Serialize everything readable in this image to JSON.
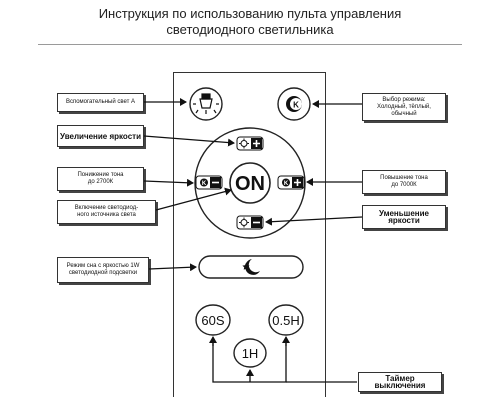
{
  "title": "Инструкция по использованию пульта управления\nсветодиодного светильника",
  "buttons": {
    "on": "ON",
    "timer_60s": "60S",
    "timer_05h": "0.5H",
    "timer_1h": "1H"
  },
  "icons": {
    "night_light": "lamp-icon",
    "mode_select": "k-mode-icon",
    "brightness_up": "sun-plus-icon",
    "brightness_down": "sun-minus-icon",
    "tone_down": "k-minus-icon",
    "tone_up": "k-plus-icon",
    "night_mode": "star-moon-icon"
  },
  "callouts": {
    "night_light": "Вспомогательный свет А",
    "brightness_up": "Увеличение яркости",
    "tone_down": "Понижение тона\nдо 2700К",
    "power_on": "Включение светодиод-\nного источника света",
    "night_mode": "Режим сна с яркостью 1W\nсветодиодной подсветки",
    "mode_select": "Выбор режима:\nХолодный, тёплый, обычный",
    "tone_up": "Повышение тона\nдо 7000К",
    "brightness_down": "Уменьшение яркости",
    "timer_off": "Таймер выключения"
  }
}
